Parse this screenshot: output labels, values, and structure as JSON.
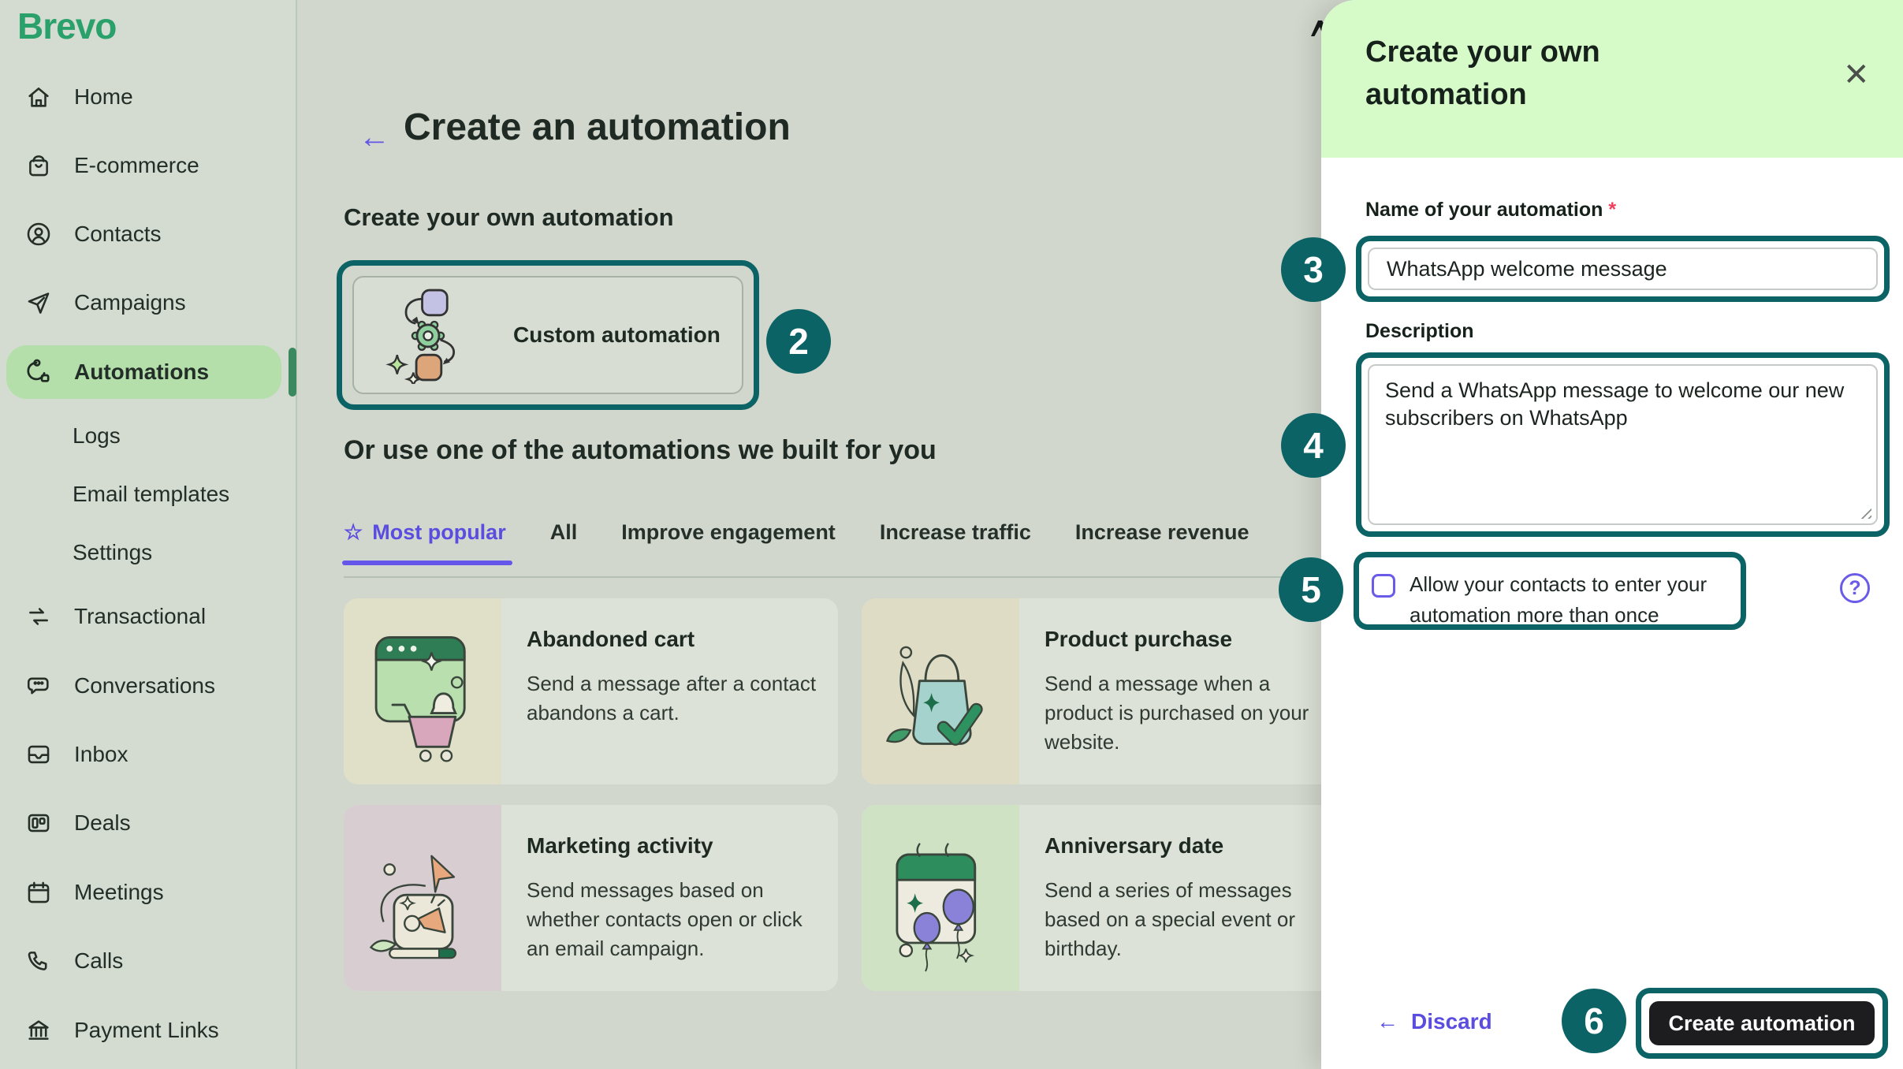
{
  "app": {
    "name": "Brevo"
  },
  "icons": {
    "back_arrow": "←",
    "close": "✕",
    "help": "?",
    "star": "☆",
    "left_arrow": "←"
  },
  "sidebar": {
    "logo": "Brevo",
    "items": [
      {
        "label": "Home",
        "icon": "home-icon"
      },
      {
        "label": "E-commerce",
        "icon": "shopping-bag-icon"
      },
      {
        "label": "Contacts",
        "icon": "user-circle-icon"
      },
      {
        "label": "Campaigns",
        "icon": "paper-plane-icon"
      },
      {
        "label": "Automations",
        "icon": "automation-icon",
        "active": true
      },
      {
        "label": "Transactional",
        "icon": "repeat-icon"
      },
      {
        "label": "Conversations",
        "icon": "chat-icon"
      },
      {
        "label": "Inbox",
        "icon": "inbox-icon"
      },
      {
        "label": "Deals",
        "icon": "kanban-icon"
      },
      {
        "label": "Meetings",
        "icon": "calendar-icon"
      },
      {
        "label": "Calls",
        "icon": "phone-icon"
      },
      {
        "label": "Payment Links",
        "icon": "bank-icon"
      }
    ],
    "automations_sub_items": [
      {
        "label": "Logs"
      },
      {
        "label": "Email templates"
      },
      {
        "label": "Settings"
      }
    ]
  },
  "main": {
    "title": "Create an automation",
    "section_custom_title": "Create your own automation",
    "custom_card": {
      "label": "Custom automation"
    },
    "section_templates_title": "Or use one of the automations we built for you",
    "tabs": [
      {
        "label": "Most popular",
        "active": true
      },
      {
        "label": "All"
      },
      {
        "label": "Improve engagement"
      },
      {
        "label": "Increase traffic"
      },
      {
        "label": "Increase revenue"
      }
    ],
    "template_cards": [
      {
        "title": "Abandoned cart",
        "description": "Send a message after a contact abandons a cart."
      },
      {
        "title": "Product purchase",
        "description": "Send a message when a product is purchased on your website."
      },
      {
        "title": "Marketing activity",
        "description": "Send messages based on whether contacts open or click an email campaign."
      },
      {
        "title": "Anniversary date",
        "description": "Send a series of messages based on a special event or birthday."
      }
    ]
  },
  "panel": {
    "title": "Create your own automation",
    "name_field": {
      "label": "Name of your automation",
      "required_mark": "*",
      "value": "WhatsApp welcome message"
    },
    "description_field": {
      "label": "Description",
      "value": "Send a WhatsApp message to welcome our new subscribers on WhatsApp"
    },
    "repeat_checkbox": {
      "label": "Allow your contacts to enter your automation more than once",
      "checked": false
    },
    "footer": {
      "discard_label": "Discard",
      "create_label": "Create automation"
    }
  },
  "annotations": {
    "color": "#0c6366",
    "steps": [
      {
        "number": "2"
      },
      {
        "number": "3"
      },
      {
        "number": "4"
      },
      {
        "number": "5"
      },
      {
        "number": "6"
      }
    ]
  },
  "colors": {
    "brand_green": "#2aa06b",
    "accent_purple": "#6456e8",
    "annotation_teal": "#0c6366",
    "panel_header_green": "#d6fbc9",
    "active_item_green": "#b4deaa",
    "button_black": "#1d1d1f",
    "required_red": "#ef3e5b"
  }
}
